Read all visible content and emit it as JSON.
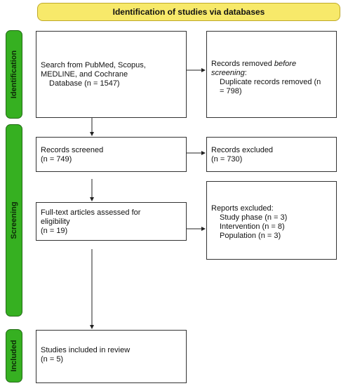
{
  "header": {
    "title": "Identification of studies via databases"
  },
  "stages": {
    "identification": "Identification",
    "screening": "Screening",
    "included": "Included"
  },
  "boxes": {
    "search": {
      "line1": "Search from PubMed, Scopus,",
      "line2": "MEDLINE, and Cochrane",
      "line3": "Database (n = 1547)"
    },
    "removed": {
      "line1_prefix": "Records removed ",
      "line1_em": "before",
      "line2": "screening",
      "line2_suffix": ":",
      "line3": "Duplicate records removed  (n",
      "line4": "= 798)"
    },
    "screened": {
      "line1": "Records screened",
      "line2": "(n = 749)"
    },
    "excluded": {
      "line1": "Records excluded",
      "line2": "(n = 730)"
    },
    "fulltext": {
      "line1": "Full-text articles assessed for",
      "line2": "eligibility",
      "line3": "(n = 19)"
    },
    "reports": {
      "title": "Reports excluded:",
      "items": [
        "Study phase (n = 3)",
        "Intervention (n = 8)",
        "Population (n = 3)"
      ]
    },
    "included": {
      "line1": "Studies included in review",
      "line2": "(n = 5)"
    }
  }
}
